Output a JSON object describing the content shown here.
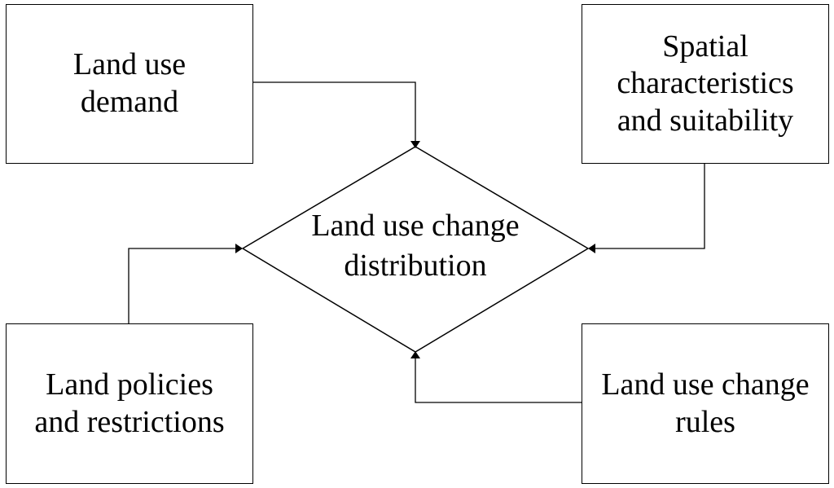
{
  "nodes": {
    "demand": "Land use\ndemand",
    "spatial": "Spatial\ncharacteristics\nand suitability",
    "policies": "Land policies\nand restrictions",
    "rules": "Land use change\nrules",
    "center": "Land use change\ndistribution"
  },
  "edges": [
    {
      "from": "demand",
      "to": "center"
    },
    {
      "from": "spatial",
      "to": "center"
    },
    {
      "from": "policies",
      "to": "center"
    },
    {
      "from": "rules",
      "to": "center"
    }
  ],
  "colors": {
    "stroke": "#000000",
    "background": "#ffffff"
  }
}
